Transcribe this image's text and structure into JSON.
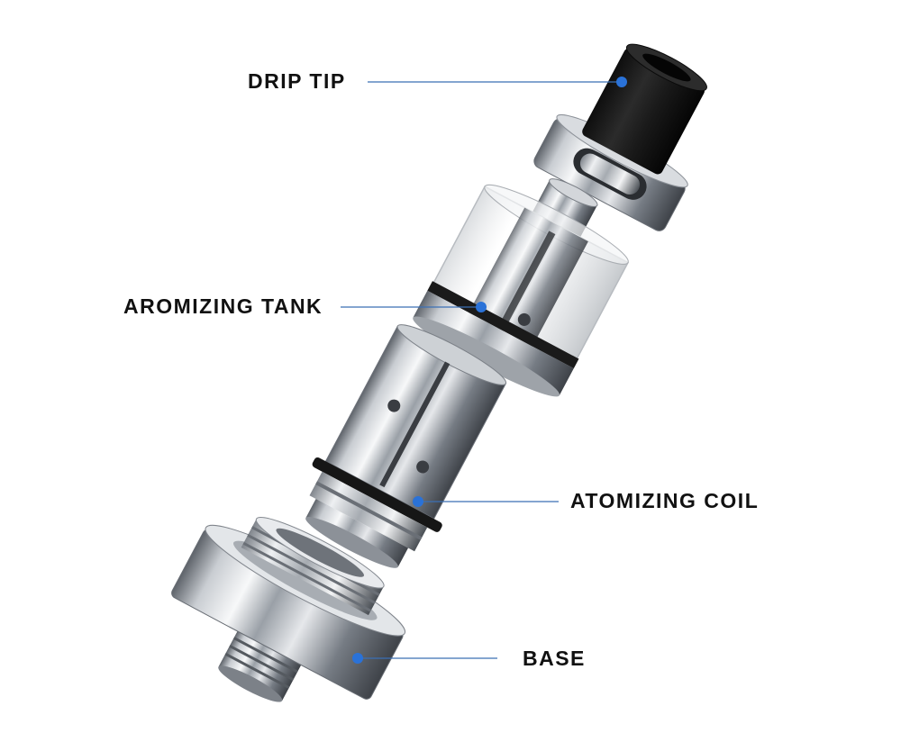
{
  "labels": {
    "drip_tip": "DRIP TIP",
    "aromizing_tank": "AROMIZING TANK",
    "atomizing_coil": "ATOMIZING COIL",
    "base": "BASE"
  },
  "colors": {
    "callout_dot": "#2a72d8",
    "leader_line": "#3b6fb5",
    "label_text": "#111111",
    "steel_dark": "#5a5f66",
    "steel_light": "#f2f4f6",
    "drip_tip_black": "#161616"
  }
}
